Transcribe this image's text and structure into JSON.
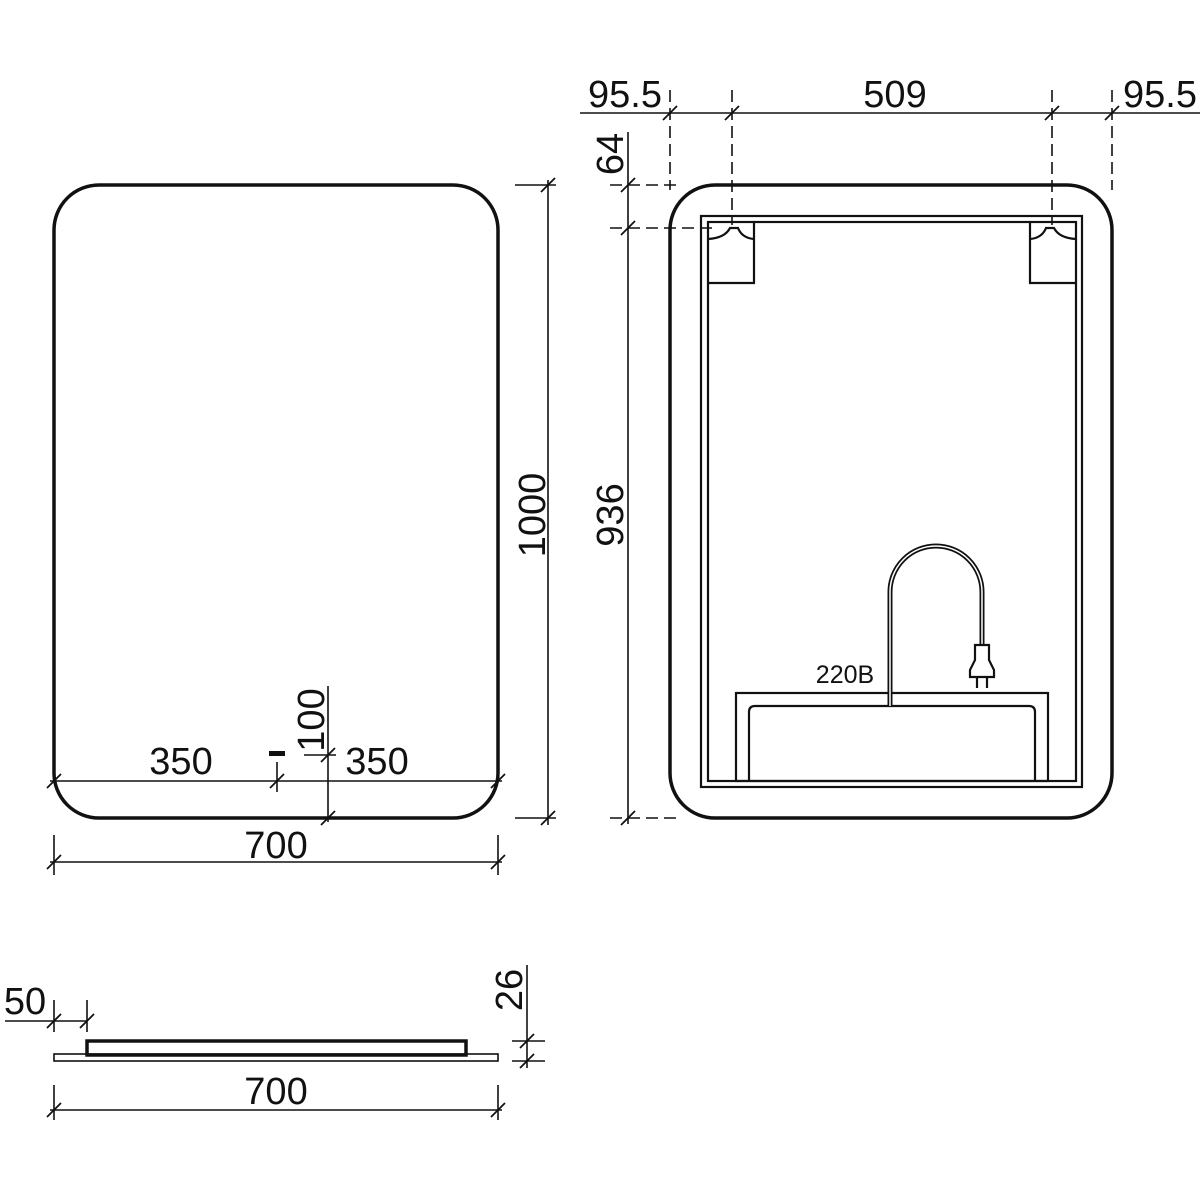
{
  "front_view": {
    "height": "1000",
    "width": "700",
    "left_offset": "350",
    "right_offset": "350",
    "button_height": "100"
  },
  "back_view": {
    "left_margin": "95.5",
    "hanger_spacing": "509",
    "right_margin": "95.5",
    "top_offset": "64",
    "frame_height": "936",
    "voltage_label": "220B"
  },
  "side_view": {
    "inset": "50",
    "thickness": "26",
    "width": "700"
  }
}
